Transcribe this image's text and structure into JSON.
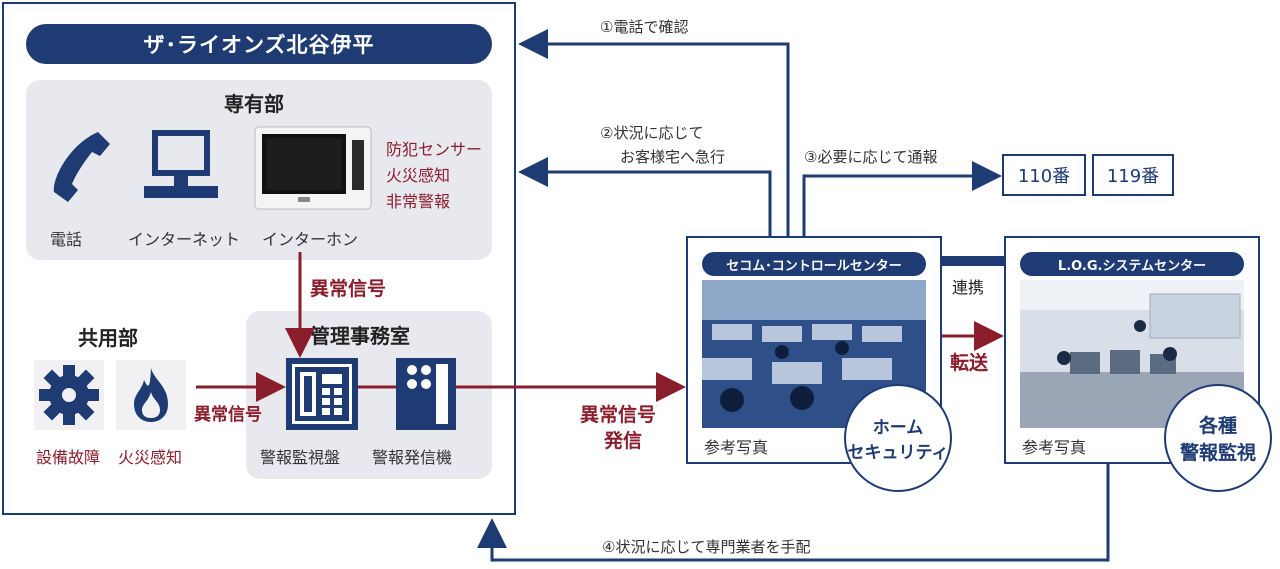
{
  "building": {
    "title": "ザ･ライオンズ北谷伊平",
    "private_area": {
      "heading": "専有部",
      "devices": [
        {
          "icon": "phone-icon",
          "label": "電話"
        },
        {
          "icon": "monitor-icon",
          "label": "インターネット"
        },
        {
          "icon": "intercom-icon",
          "label": "インターホン"
        }
      ],
      "sensors": [
        "防犯センサー",
        "火災感知",
        "非常警報"
      ]
    },
    "common_area": {
      "heading": "共用部",
      "items": [
        {
          "icon": "gear-icon",
          "label": "設備故障"
        },
        {
          "icon": "flame-icon",
          "label": "火災感知"
        }
      ]
    },
    "management_office": {
      "heading": "管理事務室",
      "items": [
        {
          "icon": "alarm-panel-icon",
          "label": "警報監視盤"
        },
        {
          "icon": "alarm-transmitter-icon",
          "label": "警報発信機"
        }
      ]
    }
  },
  "signals": {
    "abnormal_signal_down": "異常信号",
    "abnormal_signal_left": "異常信号",
    "abnormal_signal_send_line1": "異常信号",
    "abnormal_signal_send_line2": "発信",
    "transfer": "転送",
    "cooperation": "連携"
  },
  "secom": {
    "title": "セコム･コントロールセンター",
    "photo_caption": "参考写真",
    "circle_line1": "ホーム",
    "circle_line2": "セキュリティ"
  },
  "log_center": {
    "title": "L.O.G.システムセンター",
    "photo_caption": "参考写真",
    "circle_line1": "各種",
    "circle_line2": "警報監視"
  },
  "flows": {
    "step1": "①電話で確認",
    "step2_line1": "②状況に応じて",
    "step2_line2": "お客様宅へ急行",
    "step3": "③必要に応じて通報",
    "step4": "④状況に応じて専門業者を手配"
  },
  "emergency_numbers": [
    "110番",
    "119番"
  ],
  "colors": {
    "navy": "#1f3b73",
    "red": "#8b1e2c",
    "panel": "#e8e9ef"
  }
}
